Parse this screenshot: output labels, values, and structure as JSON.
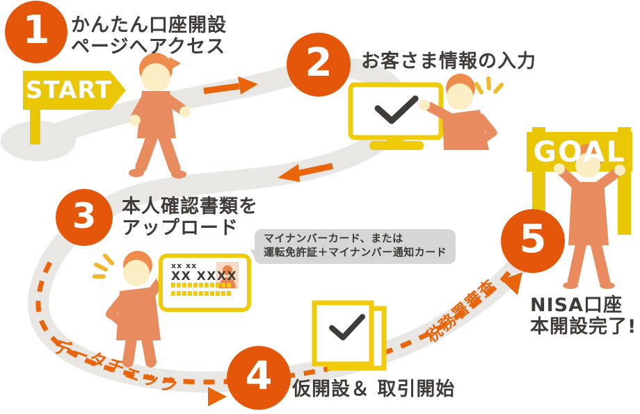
{
  "illustration": {
    "description_colors": {
      "accent_orange": "#E4570B",
      "dash_orange": "#E8650C",
      "route_gray": "#E8E7E4",
      "sign_yellow": "#E9C606",
      "border_yellow": "#F0CB0B",
      "person_body": "#E88B5E",
      "person_hair": "#EE8C4B",
      "person_skin": "#FBEDC4",
      "text_dark": "#3E3B38",
      "tooltip_gray": "#D6D6D6"
    }
  },
  "steps": [
    {
      "number": "1",
      "title_lines": [
        "かんたん口座開設",
        "ページへアクセス"
      ]
    },
    {
      "number": "2",
      "title_lines": [
        "お客さま情報の入力"
      ]
    },
    {
      "number": "3",
      "title_lines": [
        "本人確認書類を",
        "アップロード"
      ]
    },
    {
      "number": "4",
      "title_lines": [
        "仮開設＆ 取引開始"
      ]
    },
    {
      "number": "5",
      "title_lines": [
        "NISA口座",
        "本開設完了!"
      ]
    }
  ],
  "signs": {
    "start": "START",
    "goal": "GOAL"
  },
  "path_labels": {
    "data_check": "データチェック",
    "tax_office_review": "税務署審査"
  },
  "tooltip": {
    "lines": [
      "マイナンバーカード、または",
      "運転免許証＋マイナンバー通知カード"
    ]
  },
  "id_card": {
    "name_small": "xx xx",
    "name_large": "XX XXXX"
  }
}
